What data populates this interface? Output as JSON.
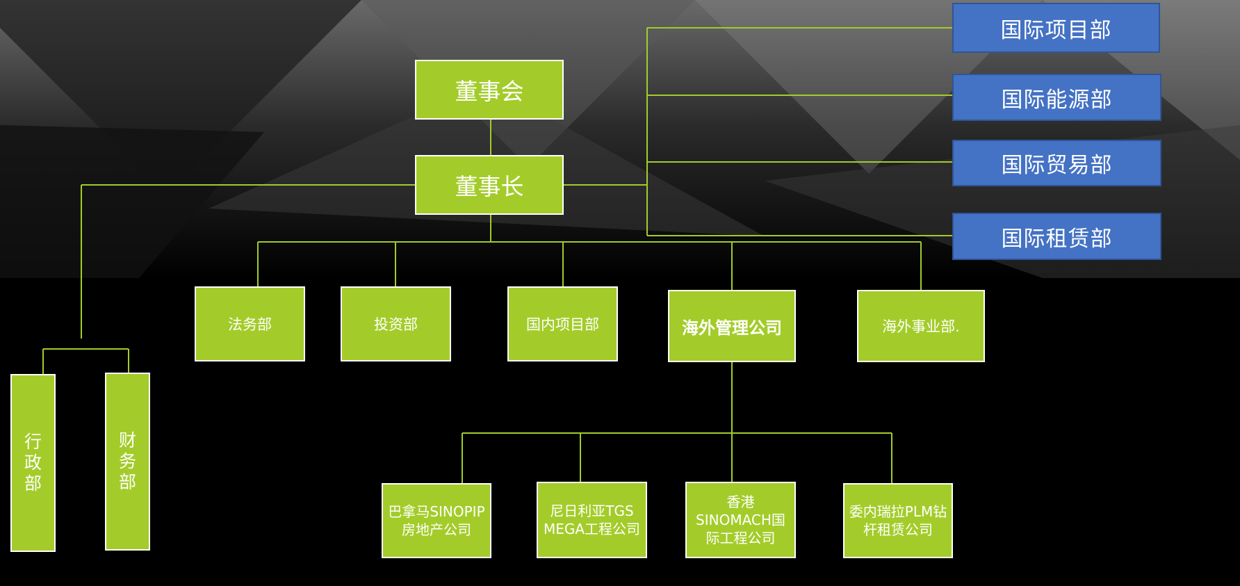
{
  "top": {
    "board": "董事会",
    "chairman": "董事长"
  },
  "international": [
    "国际项目部",
    "国际能源部",
    "国际贸易部",
    "国际租赁部"
  ],
  "admin": [
    "行政部",
    "财务部"
  ],
  "departments": [
    "法务部",
    "投资部",
    "国内项目部",
    "海外管理公司",
    "海外事业部."
  ],
  "subsidiaries": [
    "巴拿马SINOPIP房地产公司",
    "尼日利亚TGS MEGA工程公司",
    "香港SINOMACH国际工程公司",
    "委内瑞拉PLM钻杆租赁公司"
  ],
  "colors": {
    "green": "#a3cc2a",
    "blue": "#4472c4",
    "line": "#a3cc2a",
    "background": "#000000"
  }
}
